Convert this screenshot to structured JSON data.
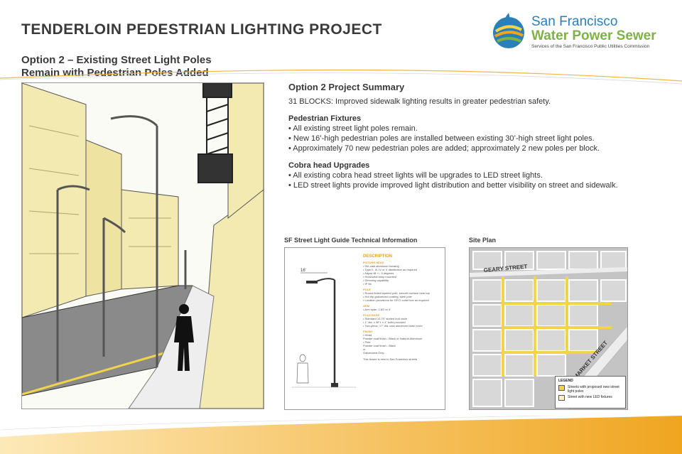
{
  "header": {
    "title": "TENDERLOIN PEDESTRIAN LIGHTING PROJECT",
    "subtitle_line1": "Option 2 – Existing Street Light Poles",
    "subtitle_line2": "Remain with Pedestrian Poles Added"
  },
  "logo": {
    "line1": "San Francisco",
    "line2": "Water Power Sewer",
    "line3": "Services of the San Francisco Public Utilities Commission"
  },
  "summary": {
    "heading": "Option 2 Project Summary",
    "intro": "31 BLOCKS: Improved sidewalk lighting results in greater pedestrian safety.",
    "sections": [
      {
        "title": "Pedestrian Fixtures",
        "bullets": [
          "• All existing street light poles remain.",
          "• New 16’-high pedestrian poles are installed between existing 30’-high street light poles.",
          "• Approximately 70 new pedestrian poles are added; approximately 2 new poles per block."
        ]
      },
      {
        "title": "Cobra head Upgrades",
        "bullets": [
          "• All existing cobra head street lights will be upgrades to LED street lights.",
          "• LED street lights provide improved light distribution and better visibility on street and sidewalk."
        ]
      }
    ]
  },
  "guide": {
    "title": "SF Street Light Guide Technical Information",
    "height_label": "16'",
    "description_heading": "DESCRIPTION",
    "sections": [
      {
        "title": "FIXTURE HEAD",
        "lines": [
          "• Die-cast aluminum housing",
          "• Type II, III, IV or V distribution as required",
          "• Adjust tilt +/- 5 degrees",
          "• Horizontal lamp mounted",
          "• Dimming capability",
          "• IP 66"
        ]
      },
      {
        "title": "POLE",
        "lines": [
          "• Round fluted tapered pole, smooth surface near top",
          "• Hot dip galvanized coating, steel pole",
          "• Location provisions for GFCI outlet box as required"
        ]
      },
      {
        "title": "ARM",
        "lines": [
          "• Arm span: 1.83' or 4'"
        ]
      },
      {
        "title": "POLE BASE",
        "lines": [
          "• Standard 10.75\" slotted bolt circle",
          "• 1\" dia. x 36\"L x 4\" bolts provided",
          "• Two-piece, 17\" dia. cast aluminum base cover"
        ]
      },
      {
        "title": "FINISH",
        "lines": [
          "• Head",
          "  Powder coat finish - Black or Natural Aluminum",
          "• Pole",
          "  Powder coat finish - Black",
          "  or",
          "  Galvanized Only"
        ]
      }
    ],
    "footer": "This fixture is new to San Francisco streets"
  },
  "site": {
    "title": "Site Plan",
    "street_geary": "GEARY STREET",
    "street_market": "MARKET STREET",
    "legend_title": "LEGEND",
    "legend_items": [
      "Streets with proposed new street light poles",
      "Street with new LED fixtures"
    ]
  },
  "colors": {
    "accent_yellow": "#f2d34c",
    "accent_orange": "#f0a520",
    "logo_blue": "#2a7fb8",
    "logo_green": "#7cb342",
    "building": "#f3eab1"
  }
}
